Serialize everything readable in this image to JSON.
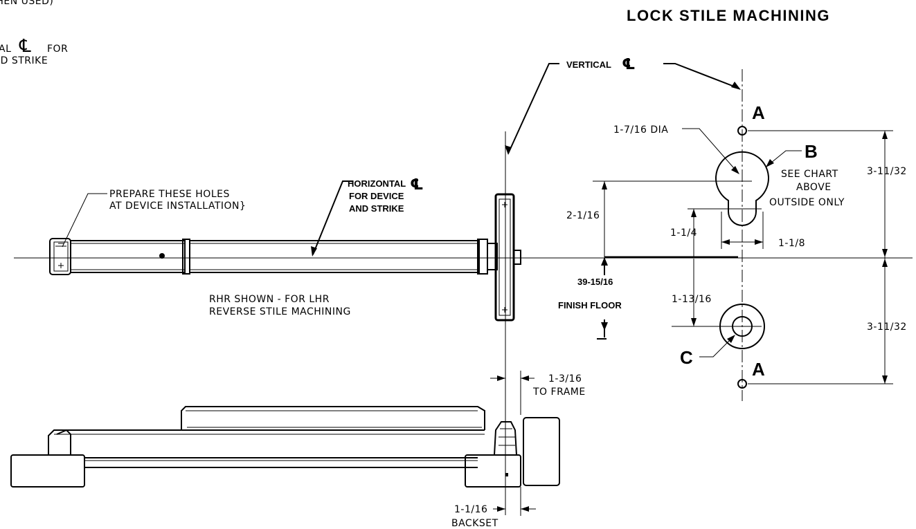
{
  "title": "LOCK STILE MACHINING",
  "top_left_text": [
    "WHEN USED)",
    "AL",
    "FOR",
    "ID STRIKE"
  ],
  "centerline_symbol": "℄",
  "vertical_cl_label": "VERTICAL",
  "horizontal_cl_label": [
    "HORIZONTAL",
    "FOR DEVICE",
    "AND STRIKE"
  ],
  "prepare_note": [
    "PREPARE THESE HOLES",
    "AT DEVICE INSTALLATION}"
  ],
  "rhr_note": [
    "RHR SHOWN - FOR LHR",
    "REVERSE STILE MACHINING"
  ],
  "height_dim": [
    "39-15/16",
    "FINISH FLOOR"
  ],
  "labels": {
    "a": "A",
    "b": "B",
    "c": "C"
  },
  "dia_note": "1-7/16 DIA",
  "see_chart": [
    "SEE CHART",
    "ABOVE",
    "OUTSIDE ONLY"
  ],
  "dims": {
    "d_2_1_16": "2-1/16",
    "d_1_1_4": "1-1/4",
    "d_1_1_8": "1-1/8",
    "d_1_13_16": "1-13/16",
    "d_3_11_32_top": "3-11/32",
    "d_3_11_32_bottom": "3-11/32",
    "d_1_3_16": "1-3/16",
    "to_frame": "TO FRAME",
    "d_1_1_16": "1-1/16",
    "backset": "BACKSET"
  }
}
